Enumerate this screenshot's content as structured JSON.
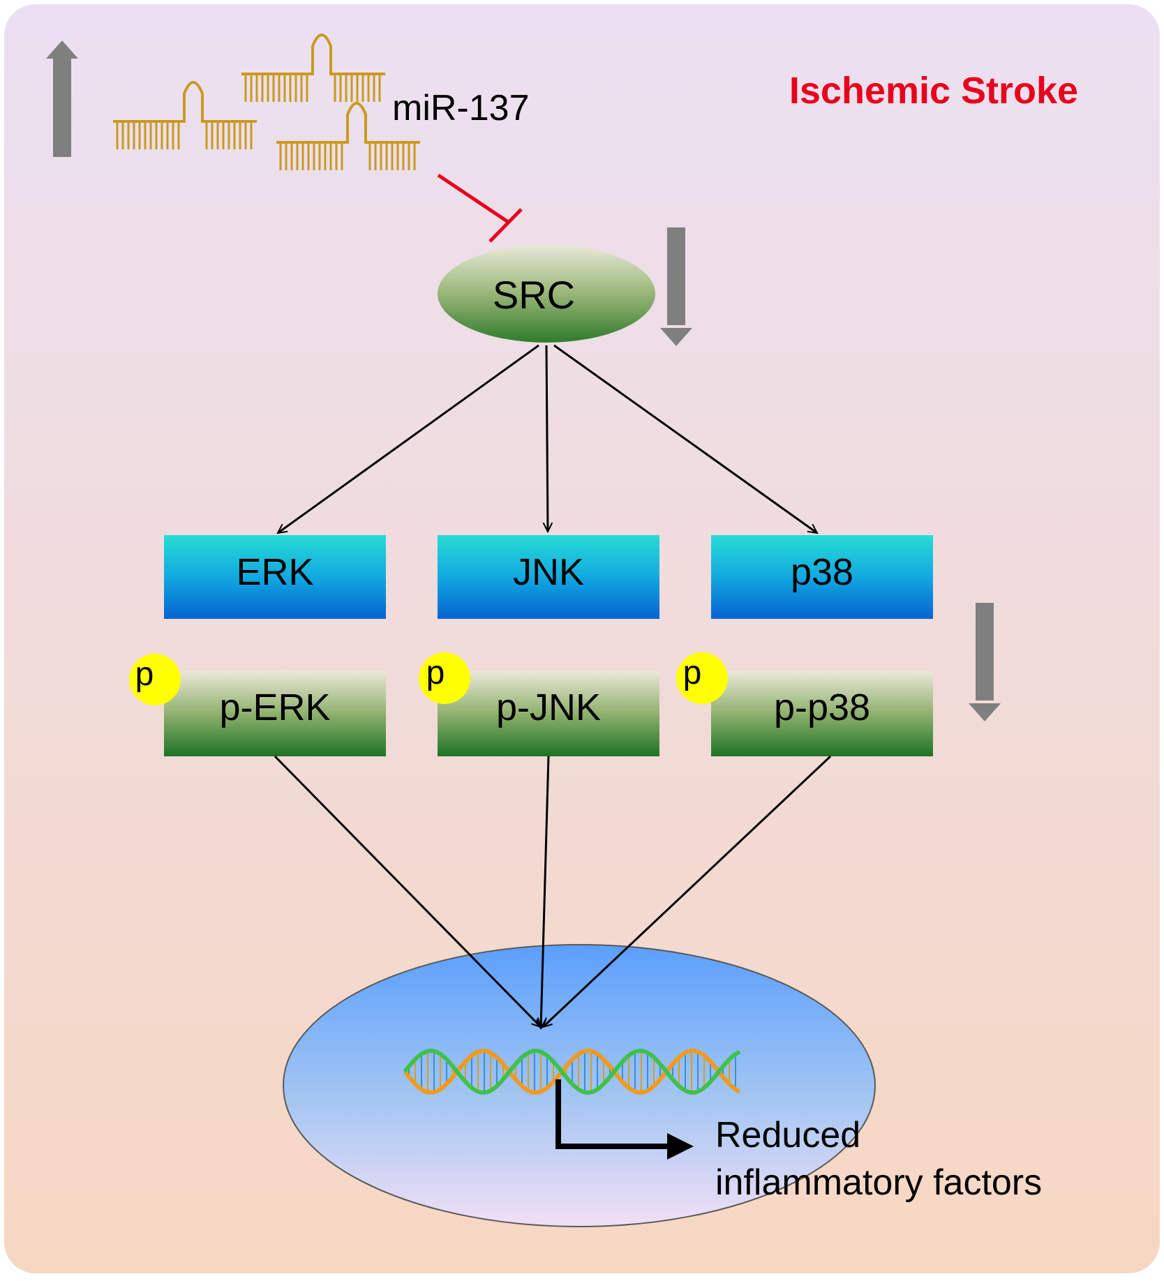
{
  "title": "Ischemic Stroke",
  "mirna_label": "miR-137",
  "src_label": "SRC",
  "kinases": [
    "ERK",
    "JNK",
    "p38"
  ],
  "phospho_kinases": [
    "p-ERK",
    "p-JNK",
    "p-p38"
  ],
  "phospho_marker": "p",
  "outcome_line1": "Reduced",
  "outcome_line2": "inflammatory factors",
  "colors": {
    "title": "#e8001c",
    "inhibition": "#e8001c",
    "mirna": "#c99a1e",
    "change_arrow": "#7f7f7f",
    "phospho_marker": "#ffff00"
  }
}
